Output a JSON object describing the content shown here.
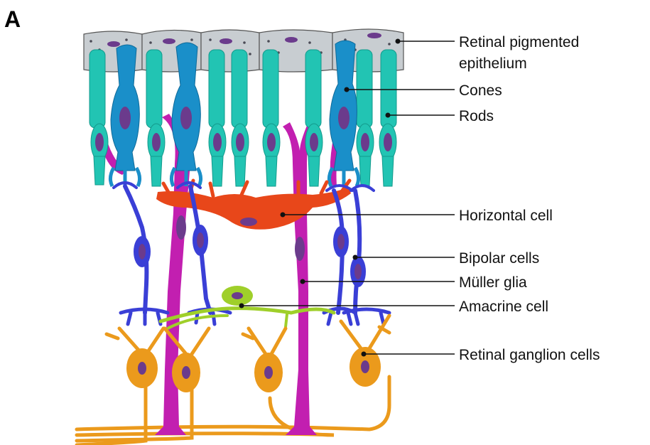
{
  "figure": {
    "panel_letter": "A",
    "labels": {
      "rpe_line1": "Retinal pigmented",
      "rpe_line2": "epithelium",
      "cones": "Cones",
      "rods": "Rods",
      "horizontal": "Horizontal cell",
      "bipolar": "Bipolar cells",
      "muller": "Müller glia",
      "amacrine": "Amacrine cell",
      "ganglion": "Retinal ganglion cells"
    },
    "colors": {
      "rpe": "#c8cdd1",
      "rod": "#22c4b3",
      "cone": "#1a8fc9",
      "nucleus": "#6b3b8c",
      "muller": "#c21fb0",
      "horizontal": "#e8471a",
      "bipolar": "#3a3fd6",
      "amacrine": "#9fcf2a",
      "ganglion": "#eb9a1c"
    }
  }
}
